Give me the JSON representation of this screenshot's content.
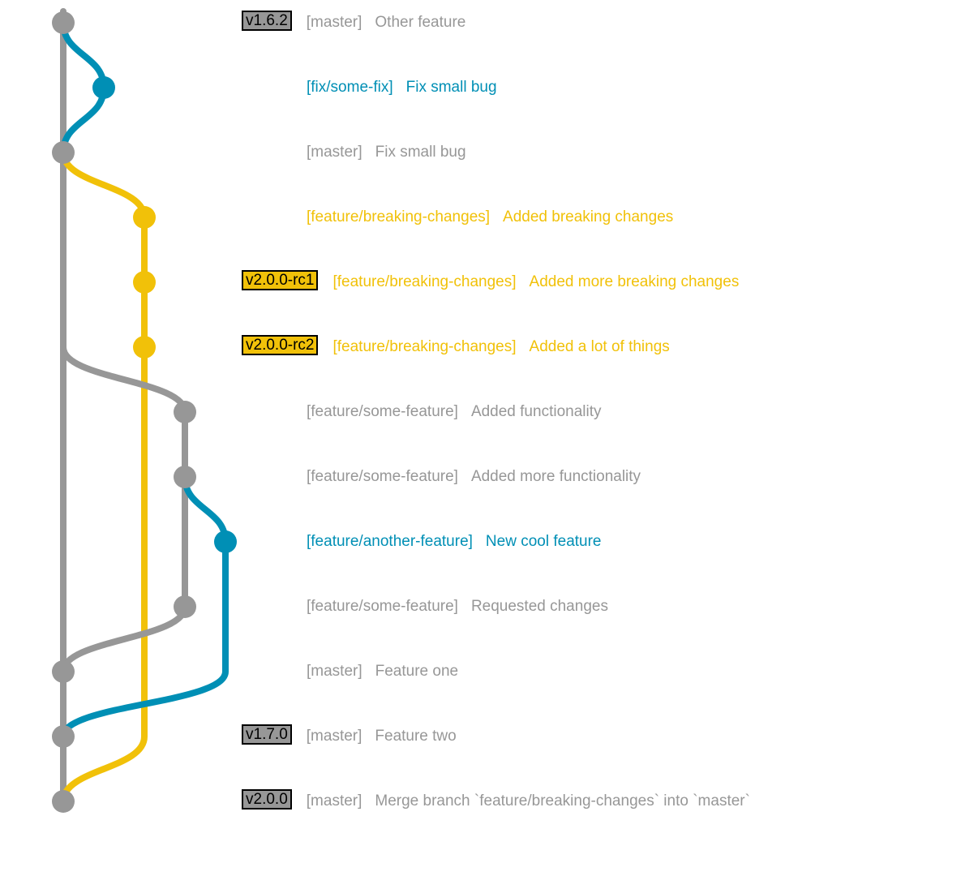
{
  "colors": {
    "master": "#979797",
    "fix": "#008fb5",
    "breaking": "#f1c109",
    "some_feature": "#979797",
    "another_feature": "#008fb5",
    "tag_text": "#000000",
    "background": "#ffffff"
  },
  "commits": [
    {
      "branch": "[master]",
      "message": "Other feature",
      "tag": "v1.6.2",
      "color": "#979797",
      "lane": 0
    },
    {
      "branch": "[fix/some-fix]",
      "message": "Fix small bug",
      "tag": "",
      "color": "#008fb5",
      "lane": 1
    },
    {
      "branch": "[master]",
      "message": "Fix small bug",
      "tag": "",
      "color": "#979797",
      "lane": 0
    },
    {
      "branch": "[feature/breaking-changes]",
      "message": "Added breaking changes",
      "tag": "",
      "color": "#f1c109",
      "lane": 2
    },
    {
      "branch": "[feature/breaking-changes]",
      "message": "Added more breaking changes",
      "tag": "v2.0.0-rc1",
      "color": "#f1c109",
      "lane": 2
    },
    {
      "branch": "[feature/breaking-changes]",
      "message": "Added a lot of things",
      "tag": "v2.0.0-rc2",
      "color": "#f1c109",
      "lane": 2
    },
    {
      "branch": "[feature/some-feature]",
      "message": "Added functionality",
      "tag": "",
      "color": "#979797",
      "lane": 3
    },
    {
      "branch": "[feature/some-feature]",
      "message": "Added more functionality",
      "tag": "",
      "color": "#979797",
      "lane": 3
    },
    {
      "branch": "[feature/another-feature]",
      "message": "New cool feature",
      "tag": "",
      "color": "#008fb5",
      "lane": 4
    },
    {
      "branch": "[feature/some-feature]",
      "message": "Requested changes",
      "tag": "",
      "color": "#979797",
      "lane": 3
    },
    {
      "branch": "[master]",
      "message": "Feature one",
      "tag": "",
      "color": "#979797",
      "lane": 0
    },
    {
      "branch": "[master]",
      "message": "Feature two",
      "tag": "v1.7.0",
      "color": "#979797",
      "lane": 0
    },
    {
      "branch": "[master]",
      "message": "Merge branch `feature/breaking-changes` into `master`",
      "tag": "v2.0.0",
      "color": "#979797",
      "lane": 0
    }
  ]
}
